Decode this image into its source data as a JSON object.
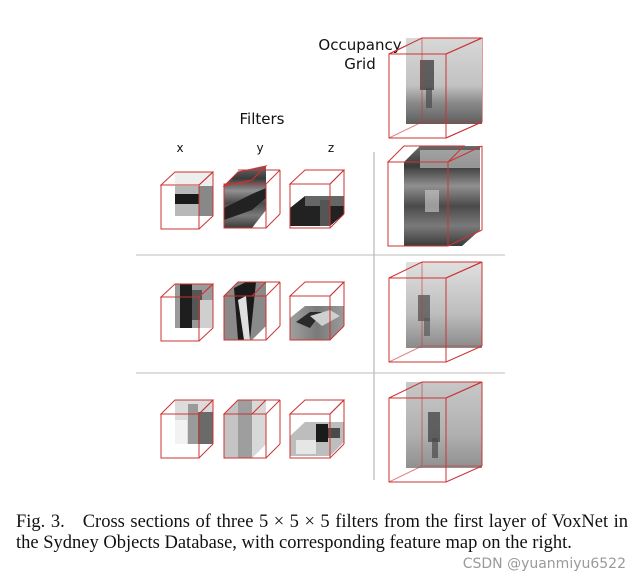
{
  "figure": {
    "occupancy_label_line1": "Occupancy",
    "occupancy_label_line2": "Grid",
    "filters_label": "Filters",
    "axis_labels": [
      "x",
      "y",
      "z"
    ],
    "frame_color": "#cc3333"
  },
  "caption": {
    "fig_label": "Fig. 3.",
    "text": "Cross sections of three 5 × 5 × 5 filters from the first layer of VoxNet in the Sydney Objects Database, with corresponding feature map on the right."
  },
  "watermark": "CSDN @yuanmiyu6522"
}
